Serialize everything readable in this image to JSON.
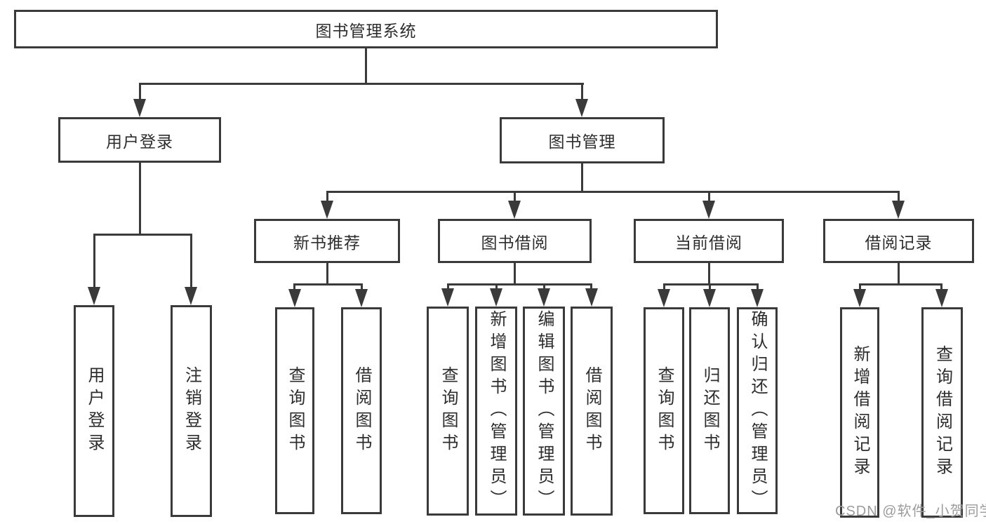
{
  "colors": {
    "line": "#3a3a3a",
    "text": "#2d2d2d",
    "watermark": "#9c9c9c",
    "background": "#ffffff"
  },
  "root": {
    "label": "图书管理系统"
  },
  "level2": [
    {
      "label": "用户登录"
    },
    {
      "label": "图书管理"
    }
  ],
  "level3": [
    {
      "label": "新书推荐"
    },
    {
      "label": "图书借阅"
    },
    {
      "label": "当前借阅"
    },
    {
      "label": "借阅记录"
    }
  ],
  "leaves": {
    "user_login": [
      "用户登录",
      "注销登录"
    ],
    "new_book": [
      "查询图书",
      "借阅图书"
    ],
    "book_borrow": [
      "查询图书",
      "新增图书（管理员）",
      "编辑图书（管理员）",
      "借阅图书"
    ],
    "current_borrow": [
      "查询图书",
      "归还图书",
      "确认归还（管理员）"
    ],
    "borrow_record": [
      "新增借阅记录",
      "查询借阅记录"
    ]
  },
  "watermark": "CSDN @软件_小贺同学"
}
